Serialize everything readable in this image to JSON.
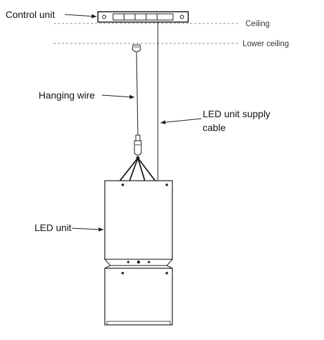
{
  "labels": {
    "control_unit": "Control unit",
    "ceiling": "Ceiling",
    "lower_ceiling": "Lower ceiling",
    "hanging_wire": "Hanging wire",
    "supply_cable_line1": "LED unit supply",
    "supply_cable_line2": "cable",
    "led_unit": "LED unit"
  },
  "colors": {
    "line": "#1a1a1a",
    "dashed": "#8a8a8a",
    "text": "#111111"
  }
}
